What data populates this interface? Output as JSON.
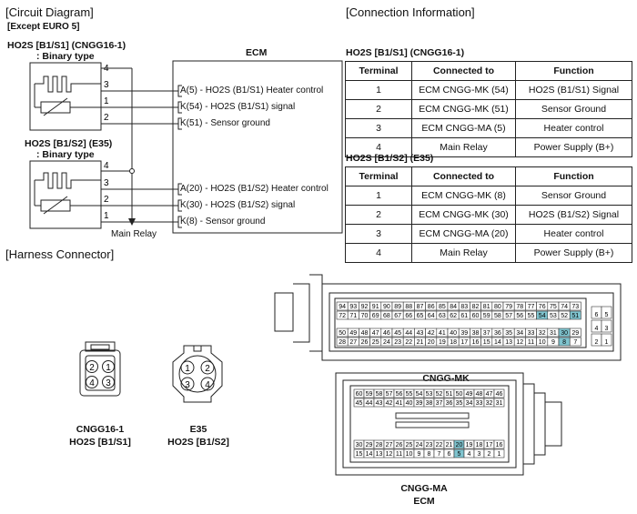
{
  "circuit": {
    "title": "[Circuit Diagram]",
    "subtitle": "[Except EURO 5]",
    "sensor1_name": "HO2S [B1/S1] (CNGG16-1)",
    "sensor1_type": ": Binary type",
    "sensor2_name": "HO2S [B1/S2] (E35)",
    "sensor2_type": ": Binary type",
    "ecm_label": "ECM",
    "main_relay": "Main Relay",
    "s1_pins": [
      "4",
      "3",
      "1",
      "2"
    ],
    "s2_pins": [
      "4",
      "3",
      "2",
      "1"
    ],
    "s1_signals": [
      {
        "conn": "A",
        "text": "(5) - HO2S (B1/S1) Heater control"
      },
      {
        "conn": "K",
        "text": "(54) - HO2S (B1/S1) signal"
      },
      {
        "conn": "K",
        "text": "(51) - Sensor ground"
      }
    ],
    "s2_signals": [
      {
        "conn": "A",
        "text": "(20) - HO2S (B1/S2) Heater control"
      },
      {
        "conn": "K",
        "text": "(30) - HO2S (B1/S2) signal"
      },
      {
        "conn": "K",
        "text": "(8) - Sensor ground"
      }
    ]
  },
  "connection": {
    "title": "[Connection Information]",
    "headers": [
      "Terminal",
      "Connected to",
      "Function"
    ],
    "table1_title": "HO2S [B1/S1] (CNGG16-1)",
    "table1_rows": [
      [
        "1",
        "ECM CNGG-MK (54)",
        "HO2S (B1/S1) Signal"
      ],
      [
        "2",
        "ECM CNGG-MK (51)",
        "Sensor Ground"
      ],
      [
        "3",
        "ECM CNGG-MA (5)",
        "Heater control"
      ],
      [
        "4",
        "Main Relay",
        "Power Supply (B+)"
      ]
    ],
    "table2_title": "HO2S [B1/S2] (E35)",
    "table2_rows": [
      [
        "1",
        "ECM CNGG-MK (8)",
        "Sensor Ground"
      ],
      [
        "2",
        "ECM CNGG-MK (30)",
        "HO2S (B1/S2) Signal"
      ],
      [
        "3",
        "ECM CNGG-MA (20)",
        "Heater control"
      ],
      [
        "4",
        "Main Relay",
        "Power Supply (B+)"
      ]
    ]
  },
  "harness": {
    "title": "[Harness Connector]",
    "cngg16_pins": [
      "2",
      "1",
      "4",
      "3"
    ],
    "e35_pins": [
      "1",
      "2",
      "3",
      "4"
    ],
    "cngg16_label1": "CNGG16-1",
    "cngg16_label2": "HO2S [B1/S1]",
    "e35_label1": "E35",
    "e35_label2": "HO2S [B1/S2]",
    "mk_label": "CNGG-MK",
    "ma_label1": "CNGG-MA",
    "ma_label2": "ECM",
    "mk_rows": [
      [
        "94",
        "93",
        "92",
        "91",
        "90",
        "89",
        "88",
        "87",
        "86",
        "85",
        "84",
        "83",
        "82",
        "81",
        "80",
        "79",
        "78",
        "77",
        "76",
        "75",
        "74",
        "73"
      ],
      [
        "72",
        "71",
        "70",
        "69",
        "68",
        "67",
        "66",
        "65",
        "64",
        "63",
        "62",
        "61",
        "60",
        "59",
        "58",
        "57",
        "56",
        "55",
        "54",
        "53",
        "52",
        "51"
      ],
      [
        "50",
        "49",
        "48",
        "47",
        "46",
        "45",
        "44",
        "43",
        "42",
        "41",
        "40",
        "39",
        "38",
        "37",
        "36",
        "35",
        "34",
        "33",
        "32",
        "31",
        "30",
        "29"
      ],
      [
        "28",
        "27",
        "26",
        "25",
        "24",
        "23",
        "22",
        "21",
        "20",
        "19",
        "18",
        "17",
        "16",
        "15",
        "14",
        "13",
        "12",
        "11",
        "10",
        "9",
        "8",
        "7"
      ]
    ],
    "mk_side": [
      [
        "6",
        "5"
      ],
      [
        "4",
        "3"
      ],
      [
        "2",
        "1"
      ]
    ],
    "mk_highlight": [
      "54",
      "51",
      "30",
      "8"
    ],
    "ma_rows": [
      [
        "60",
        "59",
        "58",
        "57",
        "56",
        "55",
        "54",
        "53",
        "52",
        "51",
        "50",
        "49",
        "48",
        "47",
        "46"
      ],
      [
        "45",
        "44",
        "43",
        "42",
        "41",
        "40",
        "39",
        "38",
        "37",
        "36",
        "35",
        "34",
        "33",
        "32",
        "31"
      ],
      [
        "30",
        "29",
        "28",
        "27",
        "26",
        "25",
        "24",
        "23",
        "22",
        "21",
        "20",
        "19",
        "18",
        "17",
        "16"
      ],
      [
        "15",
        "14",
        "13",
        "12",
        "11",
        "10",
        "9",
        "8",
        "7",
        "6",
        "5",
        "4",
        "3",
        "2",
        "1"
      ]
    ],
    "ma_highlight": [
      "20",
      "5"
    ],
    "highlight_color": "#7fc4cf"
  }
}
